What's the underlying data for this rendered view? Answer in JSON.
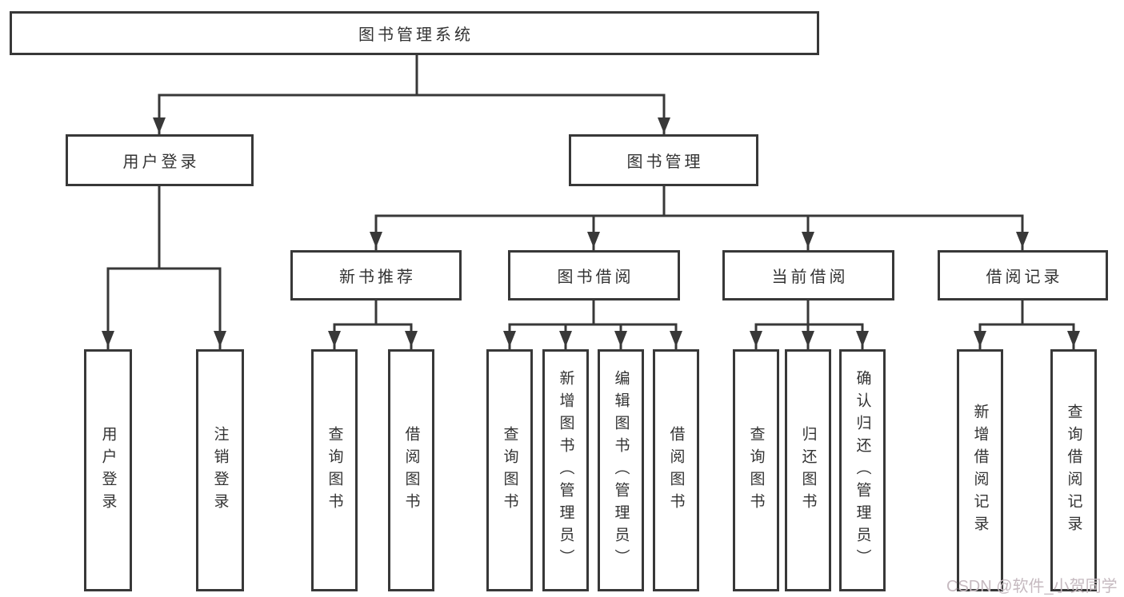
{
  "colors": {
    "line": "#383838",
    "text": "#333333",
    "background": "#ffffff",
    "watermark": "#c6bac0"
  },
  "diagram_type": "hierarchy-tree",
  "tree": {
    "label": "图书管理系统",
    "children": [
      {
        "label": "用户登录",
        "children": [
          {
            "label": "用户登录"
          },
          {
            "label": "注销登录"
          }
        ]
      },
      {
        "label": "图书管理",
        "children": [
          {
            "label": "新书推荐",
            "children": [
              {
                "label": "查询图书"
              },
              {
                "label": "借阅图书"
              }
            ]
          },
          {
            "label": "图书借阅",
            "children": [
              {
                "label": "查询图书"
              },
              {
                "label": "新增图书（管理员）"
              },
              {
                "label": "编辑图书（管理员）"
              },
              {
                "label": "借阅图书"
              }
            ]
          },
          {
            "label": "当前借阅",
            "children": [
              {
                "label": "查询图书"
              },
              {
                "label": "归还图书"
              },
              {
                "label": "确认归还（管理员）"
              }
            ]
          },
          {
            "label": "借阅记录",
            "children": [
              {
                "label": "新增借阅记录"
              },
              {
                "label": "查询借阅记录"
              }
            ]
          }
        ]
      }
    ]
  },
  "watermark": {
    "text": "CSDN @软件_小贺同学"
  }
}
